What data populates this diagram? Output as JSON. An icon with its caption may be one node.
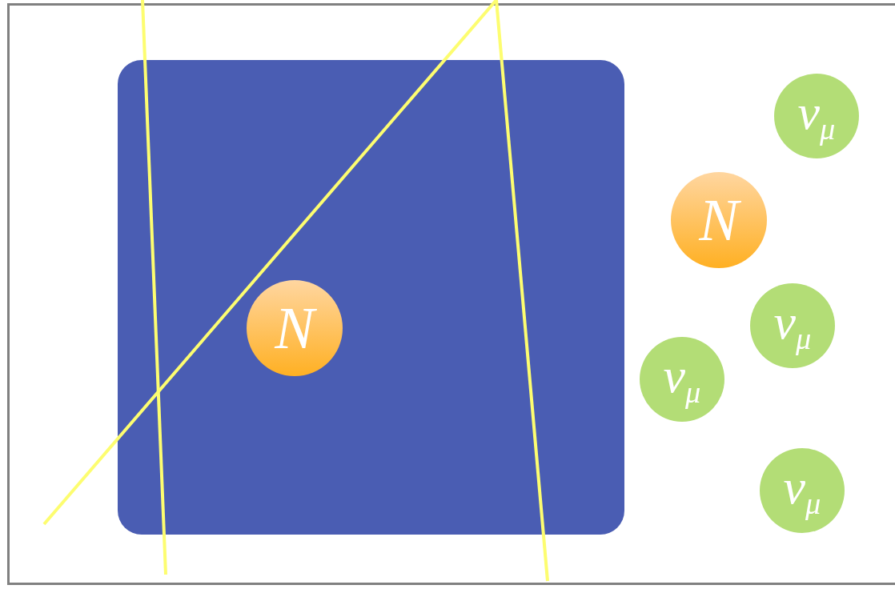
{
  "diagram": {
    "nodes": [
      {
        "text": [],
        "shape": "box"
      },
      {
        "text": [
          "N"
        ],
        "in": 0
      },
      {
        "text": [
          "ν$_{μ}$"
        ]
      },
      {
        "text": [
          "N"
        ]
      },
      {
        "text": [
          "ν$_{μ}$"
        ]
      },
      {
        "text": [
          "ν$_{μ}$"
        ]
      },
      {
        "text": [
          "ν$_{μ}$"
        ]
      }
    ]
  }
}
